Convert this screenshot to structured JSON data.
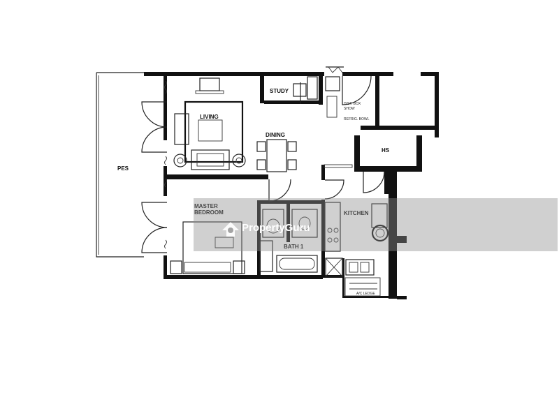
{
  "rooms": {
    "pes": "PES",
    "living": "LIVING",
    "dining": "DINING",
    "study": "STUDY",
    "hs": "HS",
    "master_line1": "MASTER",
    "master_line2": "BEDROOM",
    "kitchen": "KITCHEN",
    "bath": "BATH 1",
    "ac_ledge": "A/C LEDGE"
  },
  "small_notes": {
    "note_1": "DIST. BOX",
    "note_2": "SHOW",
    "note_3": "REFRIG. BOWL"
  },
  "watermark": {
    "brand": "PropertyGuru",
    "color": "#8e8e8e"
  }
}
